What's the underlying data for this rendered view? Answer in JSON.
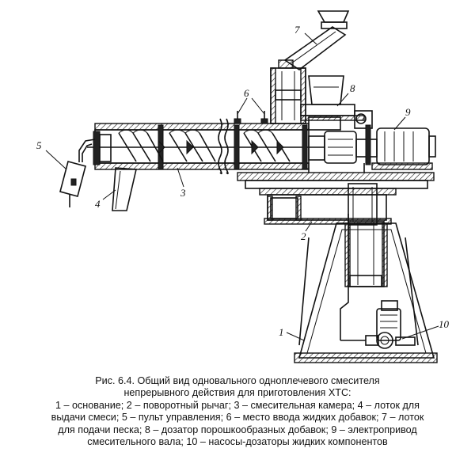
{
  "figure": {
    "labels": [
      "1",
      "2",
      "3",
      "4",
      "5",
      "6",
      "7",
      "8",
      "9",
      "10"
    ]
  },
  "caption": {
    "lines": [
      "Рис. 6.4. Общий вид одновального одноплечевого смесителя",
      "непрерывного действия для приготовления ХТС:",
      "1 – основание; 2 – поворотный рычаг; 3 – смесительная камера; 4 – лоток для",
      "выдачи смеси; 5 – пульт управления; 6 – место ввода жидких добавок; 7 – лоток",
      "для подачи песка; 8 – дозатор порошкообразных добавок; 9 – электропривод",
      "смесительного вала; 10 – насосы-дозаторы жидких компонентов"
    ]
  }
}
